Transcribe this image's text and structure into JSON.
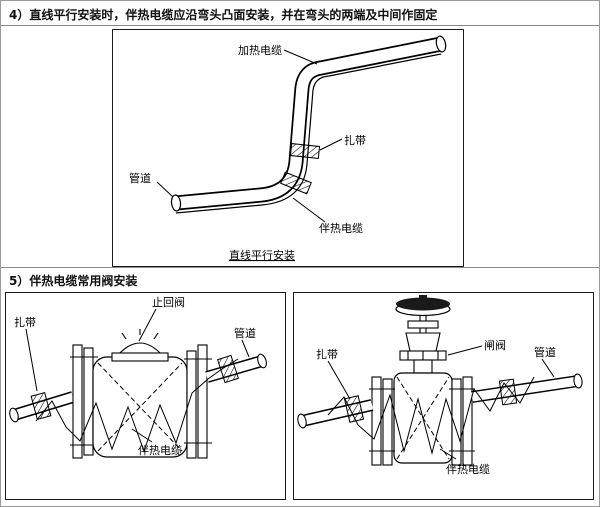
{
  "s4": {
    "heading": "4）直线平行安装时，伴热电缆应沿弯头凸面安装，并在弯头的两端及中间作固定",
    "fig": {
      "heating_cable": "加热电缆",
      "tie": "扎带",
      "pipe": "管道",
      "trace_cable": "伴热电缆",
      "caption": "直线平行安装"
    }
  },
  "s5": {
    "heading": "5）伴热电缆常用阀安装",
    "check": {
      "valve": "止回阀",
      "tie": "扎带",
      "pipe": "管道",
      "trace_cable": "伴热电缆"
    },
    "gate": {
      "valve": "闸阀",
      "tie": "扎带",
      "pipe": "管道",
      "trace_cable": "伴热电缆"
    }
  },
  "colors": {
    "line": "#000000",
    "border": "#9a9a9a",
    "wheel": "#1a1a1a"
  }
}
